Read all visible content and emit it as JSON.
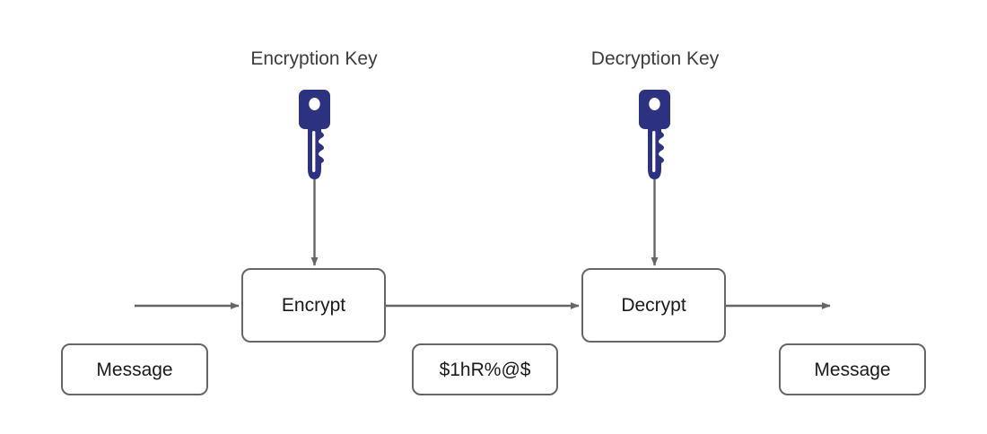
{
  "diagram": {
    "title": "Symmetric encryption and decryption flow",
    "background_color": "#ffffff",
    "stroke_color": "#666666",
    "text_color": "#1a1a1a",
    "key_color": "#2c3180",
    "key_hole_color": "#ffffff"
  },
  "captions": {
    "encryption_key": "Encryption Key",
    "decryption_key": "Decryption Key"
  },
  "nodes": {
    "encrypt": "Encrypt",
    "decrypt": "Decrypt",
    "message_in": "Message",
    "ciphertext": "$1hR%@$",
    "message_out": "Message"
  },
  "icons": {
    "encryption_key": "key-icon",
    "decryption_key": "key-icon"
  },
  "connectors": [
    {
      "name": "input-to-encrypt",
      "from": "message-in",
      "to": "encrypt",
      "direction": "right"
    },
    {
      "name": "encryption-key-to-encrypt",
      "from": "encryption-key",
      "to": "encrypt",
      "direction": "down"
    },
    {
      "name": "encrypt-to-decrypt",
      "from": "encrypt",
      "to": "decrypt",
      "direction": "right"
    },
    {
      "name": "decryption-key-to-decrypt",
      "from": "decryption-key",
      "to": "decrypt",
      "direction": "down"
    },
    {
      "name": "decrypt-to-output",
      "from": "decrypt",
      "to": "message-out",
      "direction": "right"
    }
  ]
}
